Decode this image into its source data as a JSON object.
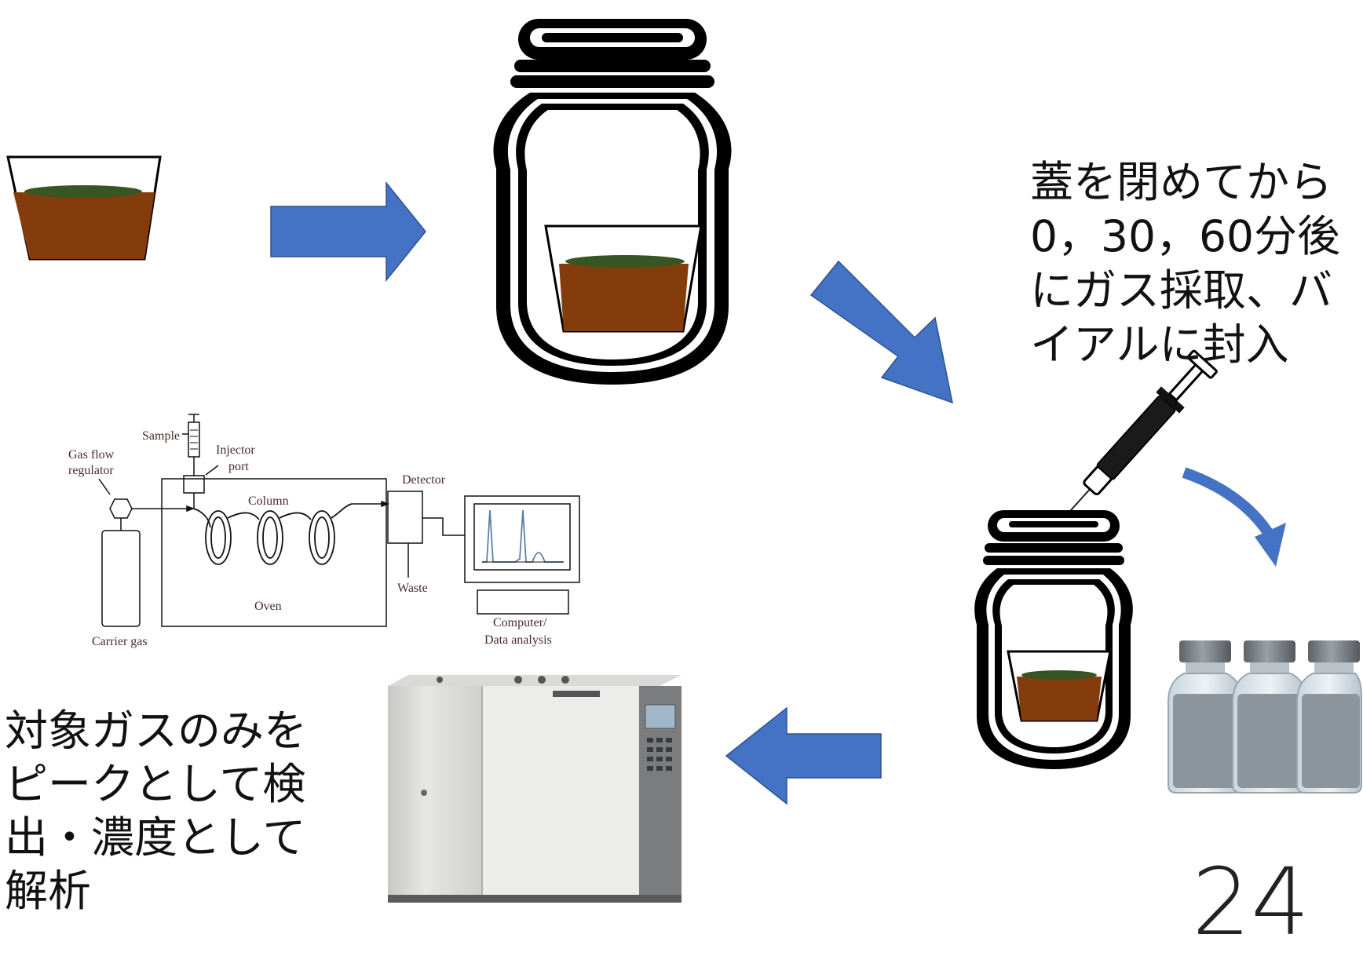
{
  "notes": {
    "gas_sampling": "蓋を閉めてから\n0，30，60分後\nにガス採取、バ\nイアルに封入",
    "analysis": "対象ガスのみを\nピークとして検\n出・濃度として\n解析"
  },
  "gc_diagram": {
    "sample": "Sample",
    "gas_flow_regulator_1": "Gas flow",
    "gas_flow_regulator_2": "regulator",
    "injector_1": "Injector",
    "injector_2": "port",
    "column": "Column",
    "detector": "Detector",
    "waste": "Waste",
    "oven": "Oven",
    "carrier_gas": "Carrier gas",
    "computer_1": "Computer/",
    "computer_2": "Data analysis"
  },
  "page_number": "24",
  "colors": {
    "arrow": "#4472C4",
    "soil": "#843C0C",
    "moss": "#375623",
    "vial_cap": "#7F7F7F",
    "vial_liquid": "#8C949C"
  }
}
